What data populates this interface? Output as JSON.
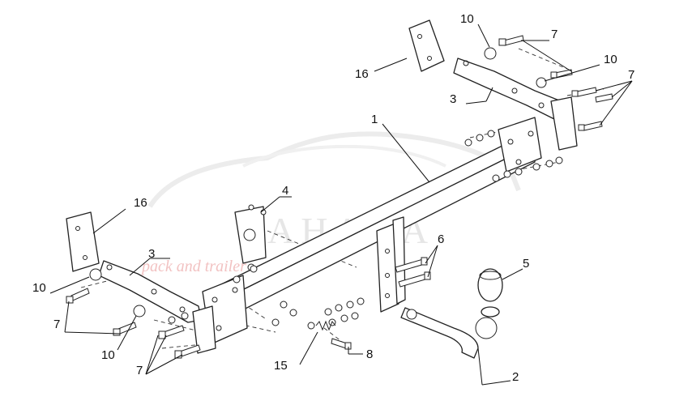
{
  "watermark": {
    "brand": "AHAKA",
    "tagline": "pack and trailer"
  },
  "callouts": {
    "c1": "1",
    "c2": "2",
    "c3_left": "3",
    "c3_right": "3",
    "c4": "4",
    "c5": "5",
    "c6": "6",
    "c7_top": "7",
    "c7_right": "7",
    "c7_left_a": "7",
    "c7_left_b": "7",
    "c8": "8",
    "c10_top": "10",
    "c10_right": "10",
    "c10_left_a": "10",
    "c10_left_b": "10",
    "c15": "15",
    "c16_top": "16",
    "c16_left": "16"
  }
}
